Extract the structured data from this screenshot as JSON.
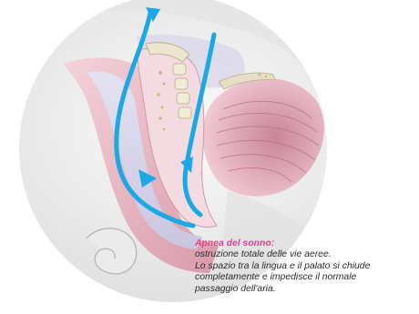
{
  "caption": {
    "title": "Apnea del sonno:",
    "lines": [
      "ostruzione totale delle  vie aeree.",
      "Lo spazio tra la lingua e il palato si chiude",
      "completamente e impedisce il normale",
      "passaggio dell'aria."
    ]
  },
  "colors": {
    "airflow": "#1aa9e5",
    "tissue_pink": "#e9b7c3",
    "airway_lavender": "#d8d6ec",
    "bone": "#e9e4cf",
    "skin": "#f3f2f2",
    "caption_title": "#e0408a",
    "caption_text": "#2b2b2b"
  },
  "illustration": {
    "subject": "sagittal cross-section of head showing airway obstruction",
    "airflow_arrows": 2
  }
}
